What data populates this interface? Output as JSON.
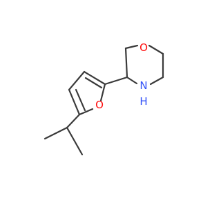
{
  "structure": {
    "atoms": {
      "ring_oxygen": "O",
      "morpholine_oxygen": "O",
      "morpholine_nitrogen": "N",
      "morpholine_hydrogen": "H"
    }
  },
  "colors": {
    "bond": "#3a3a3a",
    "oxygen": "#ff0d0d",
    "nitrogen": "#3050f8"
  }
}
